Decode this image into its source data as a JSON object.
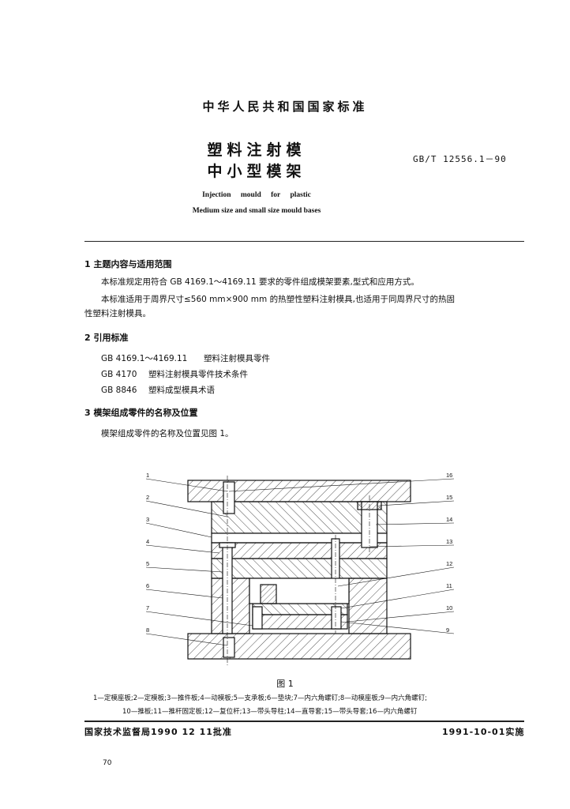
{
  "header": {
    "national_standard": "中华人民共和国国家标准",
    "title_line1": "塑料注射模",
    "title_line2": "中小型模架",
    "standard_code": "GB/T 12556.1－90",
    "english_line1": "Injection mould for plastic",
    "english_line2": "Medium size and small size mould bases"
  },
  "sections": [
    {
      "heading": "1  主题内容与适用范围",
      "paragraphs": [
        "本标准规定用符合 GB 4169.1～4169.11 要求的零件组成模架要素,型式和应用方式。",
        "本标准适用于周界尺寸≤560 mm×900 mm 的热塑性塑料注射模具,也适用于同周界尺寸的热固",
        "性塑料注射模具。"
      ]
    },
    {
      "heading": "2  引用标准",
      "references": [
        {
          "code": "GB 4169.1～4169.11",
          "name": "塑料注射模具零件"
        },
        {
          "code": "GB 4170",
          "name": "塑料注射模具零件技术条件"
        },
        {
          "code": "GB 8846",
          "name": "塑料成型模具术语"
        }
      ]
    },
    {
      "heading": "3  模架组成零件的名称及位置",
      "paragraphs": [
        "模架组成零件的名称及位置见图 1。"
      ]
    }
  ],
  "figure": {
    "caption": "图 1",
    "left_labels": [
      "1",
      "2",
      "3",
      "4",
      "5",
      "6",
      "7",
      "8"
    ],
    "right_labels": [
      "16",
      "15",
      "14",
      "13",
      "12",
      "11",
      "10",
      "9"
    ],
    "legend_line1": "1—定模座板;2—定模板;3—推件板;4—动模板;5—支承板;6—垫块;7—内六角螺钉;8—动模座板;9—内六角螺钉;",
    "legend_line2": "10—推板;11—推杆固定板;12—复位杆;13—带头导柱;14—直导套;15—带头导套;16—内六角螺钉"
  },
  "footer": {
    "issuer": "国家技术监督局1990 12 11批准",
    "effective": "1991-10-01实施",
    "page_number": "70"
  },
  "colors": {
    "ink": "#111111",
    "paper": "#ffffff"
  }
}
